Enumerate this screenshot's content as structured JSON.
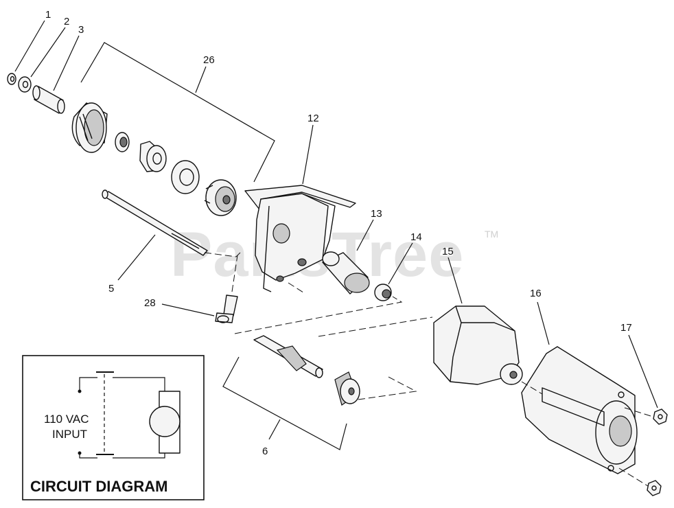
{
  "watermark": {
    "text": "PartsTree",
    "trademark": "TM"
  },
  "callouts": [
    "1",
    "2",
    "3",
    "26",
    "12",
    "13",
    "14",
    "15",
    "16",
    "17",
    "5",
    "28",
    "6"
  ],
  "circuit_diagram": {
    "title": "CIRCUIT DIAGRAM",
    "input_line1": "110 VAC",
    "input_line2": "INPUT"
  }
}
